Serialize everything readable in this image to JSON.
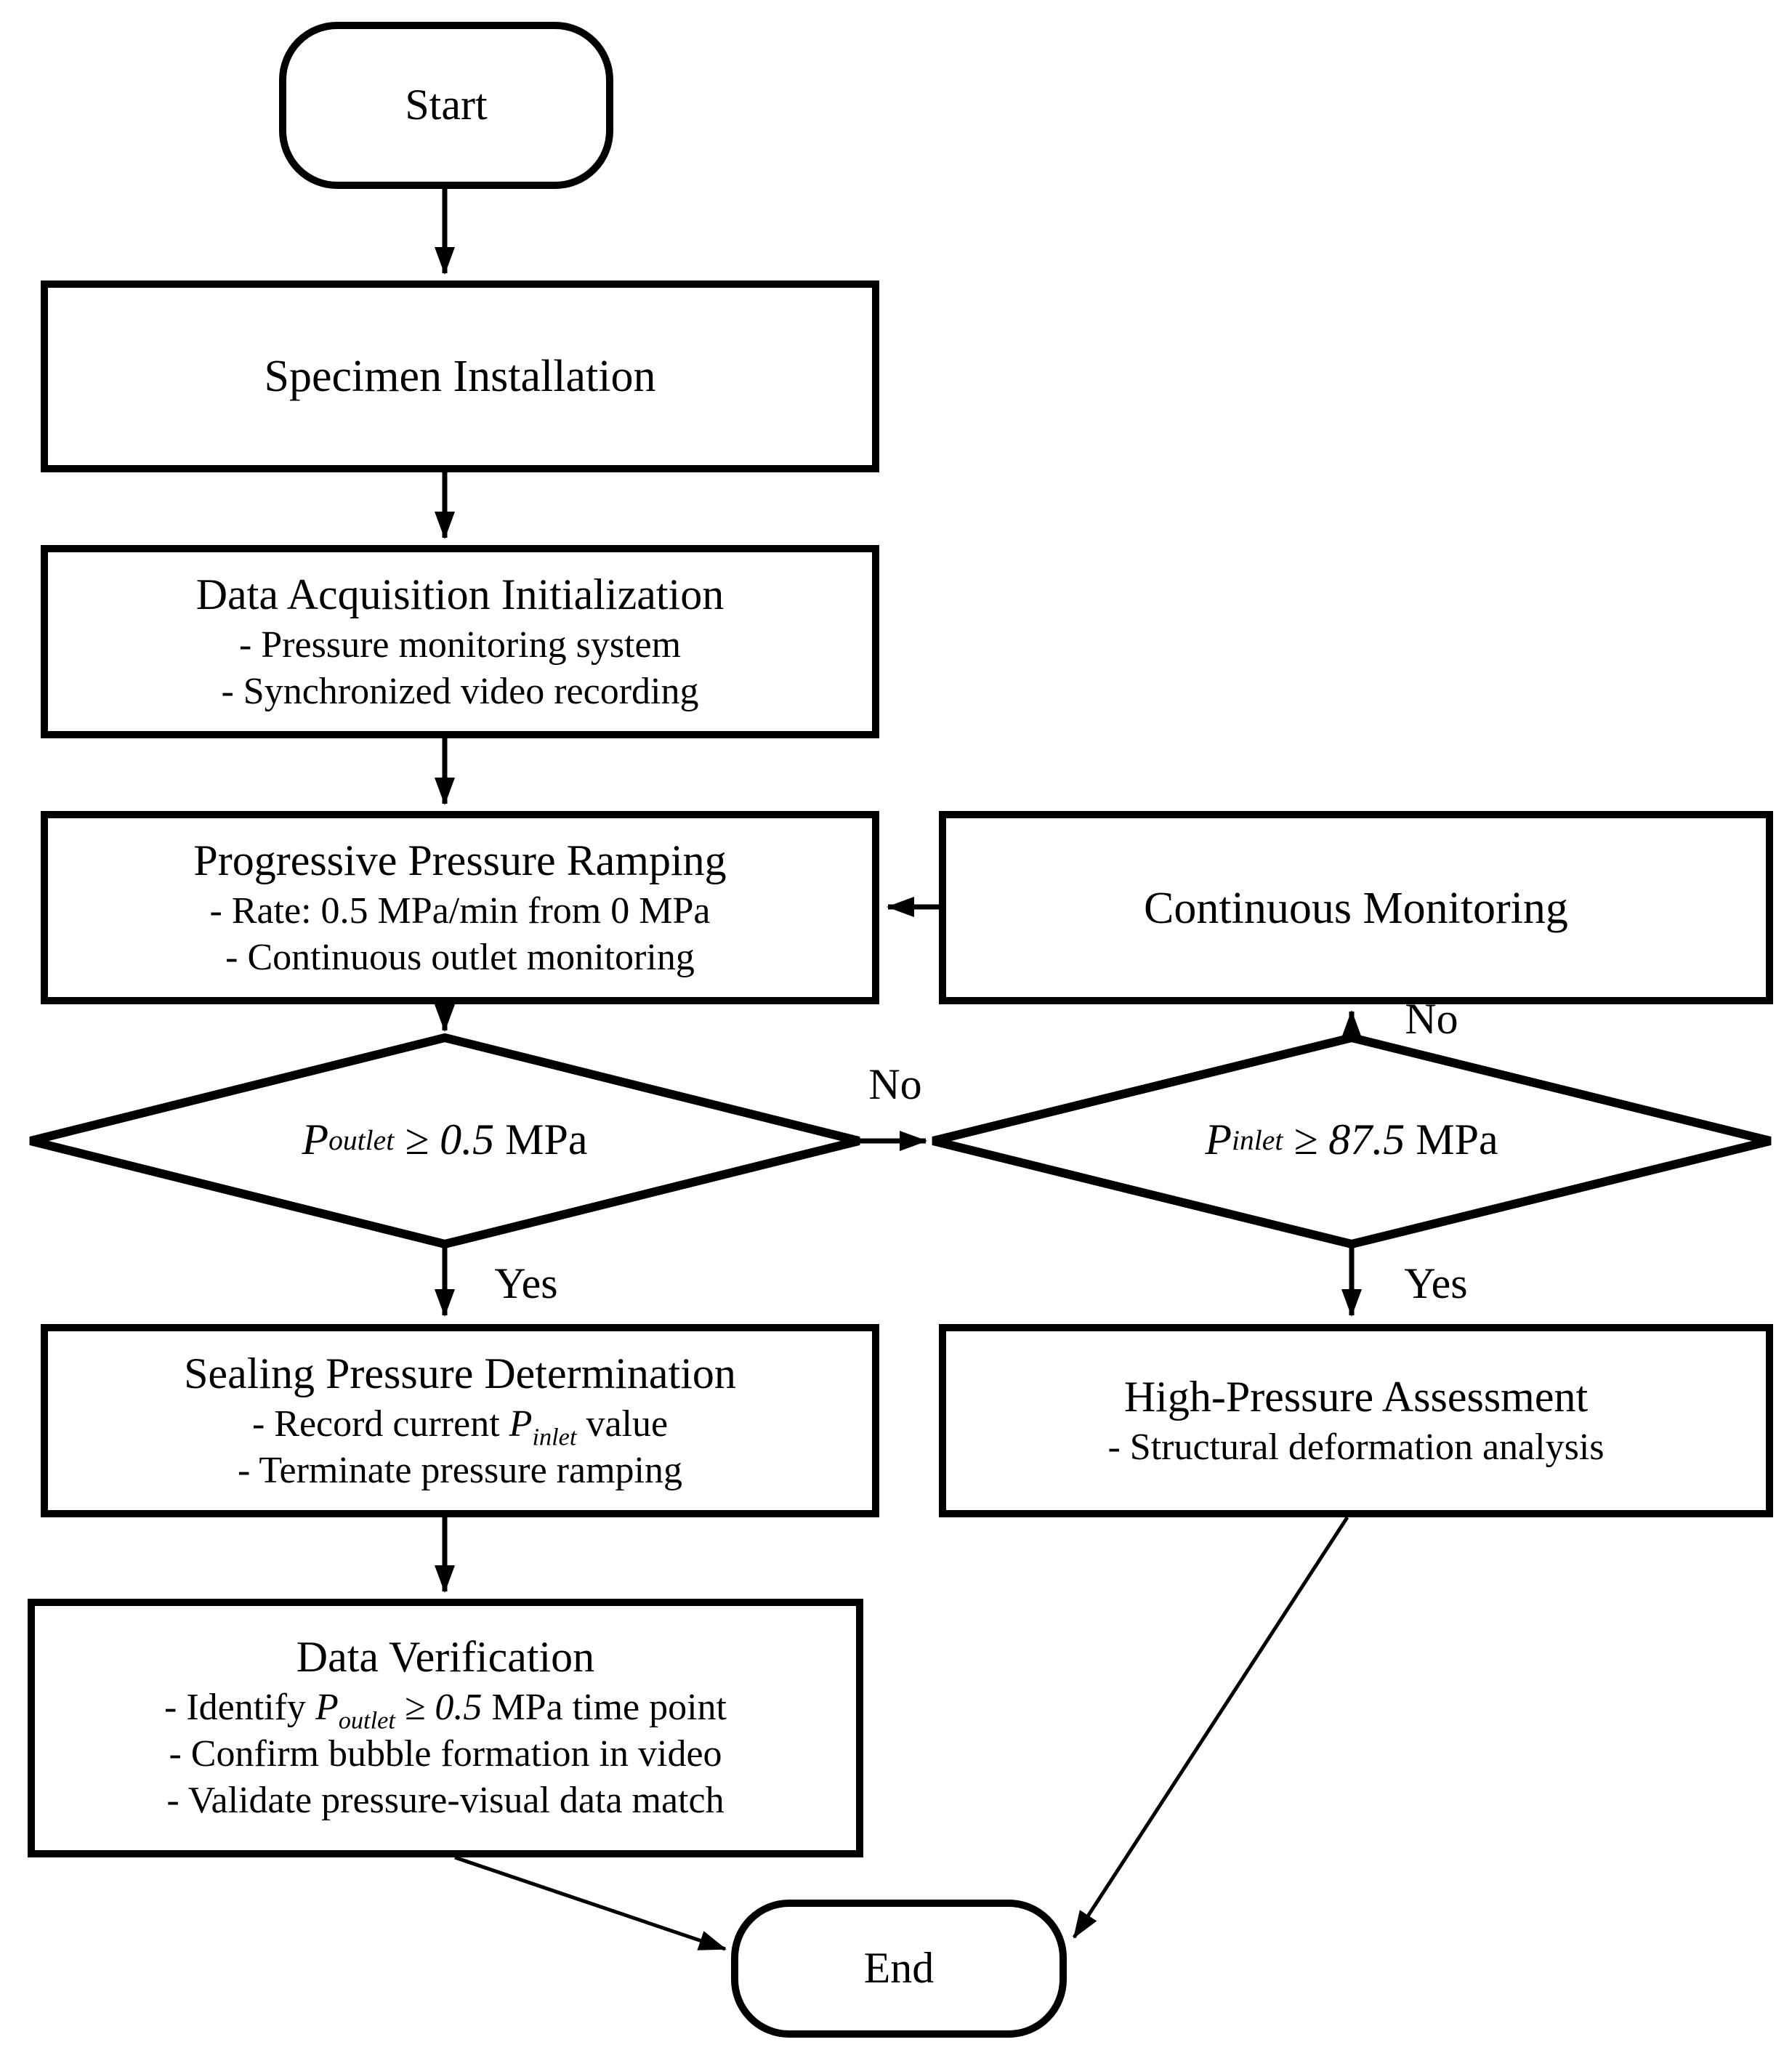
{
  "nodes": {
    "start": {
      "label": "Start"
    },
    "specimen": {
      "title": "Specimen Installation"
    },
    "daq": {
      "title": "Data Acquisition Initialization",
      "bullets": [
        "- Pressure monitoring system",
        "- Synchronized video recording"
      ]
    },
    "ramping": {
      "title": "Progressive Pressure Ramping",
      "bullets": [
        "- Rate: 0.5 MPa/min from 0 MPa",
        "- Continuous outlet monitoring"
      ]
    },
    "monitoring": {
      "title": "Continuous Monitoring"
    },
    "decision_outlet": {
      "p": "P",
      "sub": "outlet",
      "cmp": " ≥ 0.5 ",
      "unit": "MPa"
    },
    "decision_inlet": {
      "p": "P",
      "sub": "inlet",
      "cmp": " ≥ 87.5 ",
      "unit": "MPa"
    },
    "sealing": {
      "title": "Sealing Pressure Determination",
      "b1": {
        "pre": "- Record current ",
        "p": "P",
        "sub": "inlet",
        "post": " value"
      },
      "b2": "- Terminate pressure ramping"
    },
    "assessment": {
      "title": "High-Pressure Assessment",
      "bullets": [
        "- Structural deformation analysis"
      ]
    },
    "verification": {
      "title": "Data Verification",
      "b1": {
        "pre": "- Identify ",
        "p": "P",
        "sub": "outlet",
        "cmp": " ≥ 0.5 ",
        "post": "MPa time point"
      },
      "b2": "- Confirm bubble formation in video",
      "b3": "- Validate pressure-visual data match"
    },
    "end": {
      "label": "End"
    }
  },
  "edges": {
    "no_mid": "No",
    "no_up": "No",
    "yes_left": "Yes",
    "yes_right": "Yes"
  },
  "colors": {
    "ink": "#000000",
    "paper": "#ffffff"
  }
}
